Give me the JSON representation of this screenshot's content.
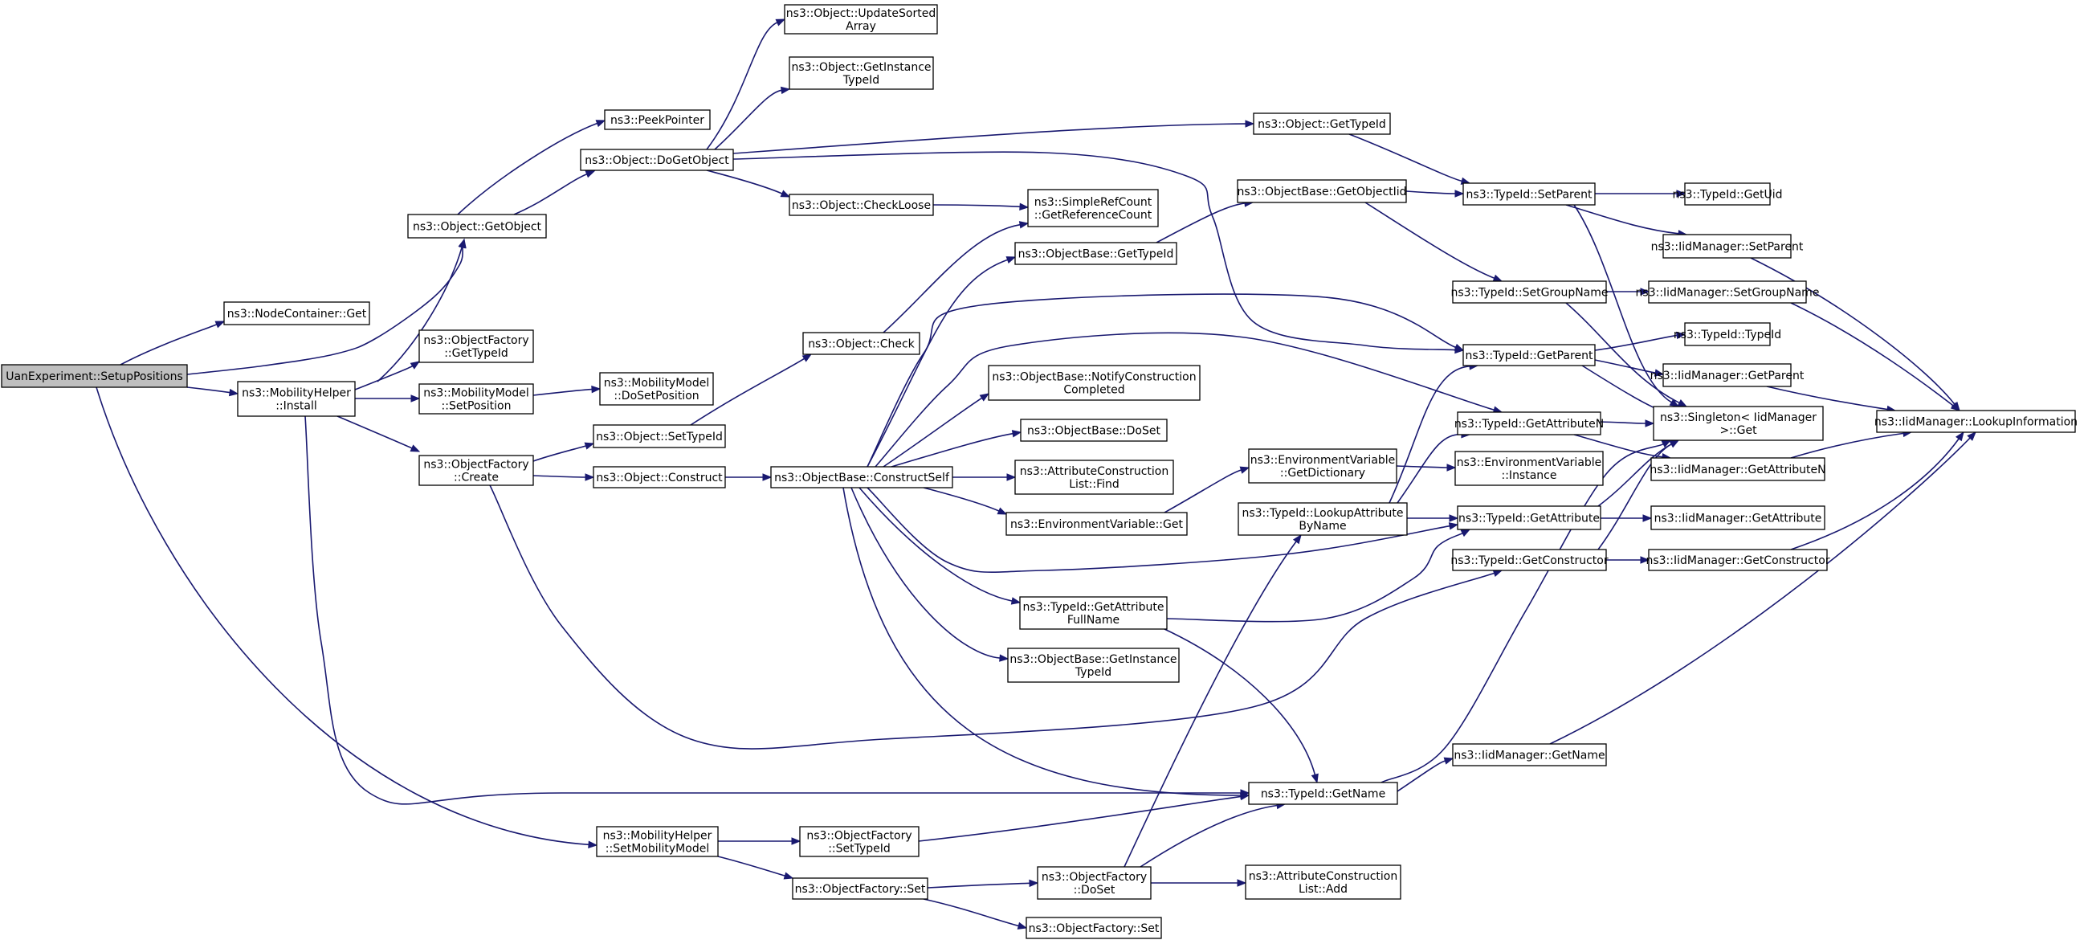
{
  "graph": {
    "colors": {
      "edge": "#191970",
      "node_fill": "#ffffff",
      "root_fill": "#bfbfbf",
      "border": "#000000"
    },
    "nodes": [
      {
        "id": "setup",
        "lines": [
          "UanExperiment::SetupPositions"
        ],
        "root": true
      },
      {
        "id": "nc_get",
        "lines": [
          "ns3::NodeContainer::Get"
        ]
      },
      {
        "id": "obj_getobject",
        "lines": [
          "ns3::Object::GetObject"
        ]
      },
      {
        "id": "mh_install",
        "lines": [
          "ns3::MobilityHelper",
          "::Install"
        ]
      },
      {
        "id": "mh_setmm",
        "lines": [
          "ns3::MobilityHelper",
          "::SetMobilityModel"
        ]
      },
      {
        "id": "peekpointer",
        "lines": [
          "ns3::PeekPointer"
        ]
      },
      {
        "id": "dogetobject",
        "lines": [
          "ns3::Object::DoGetObject"
        ]
      },
      {
        "id": "updatesorted",
        "lines": [
          "ns3::Object::UpdateSorted",
          "Array"
        ]
      },
      {
        "id": "getinstancetypeid",
        "lines": [
          "ns3::Object::GetInstance",
          "TypeId"
        ]
      },
      {
        "id": "checkloose",
        "lines": [
          "ns3::Object::CheckLoose"
        ]
      },
      {
        "id": "obj_gettypeid",
        "lines": [
          "ns3::Object::GetTypeId"
        ]
      },
      {
        "id": "srefcount",
        "lines": [
          "ns3::SimpleRefCount",
          "::GetReferenceCount"
        ]
      },
      {
        "id": "of_gettypeid",
        "lines": [
          "ns3::ObjectFactory",
          "::GetTypeId"
        ]
      },
      {
        "id": "mm_setpos",
        "lines": [
          "ns3::MobilityModel",
          "::SetPosition"
        ]
      },
      {
        "id": "mm_dosetpos",
        "lines": [
          "ns3::MobilityModel",
          "::DoSetPosition"
        ]
      },
      {
        "id": "of_create",
        "lines": [
          "ns3::ObjectFactory",
          "::Create"
        ]
      },
      {
        "id": "obj_settypeid",
        "lines": [
          "ns3::Object::SetTypeId"
        ]
      },
      {
        "id": "obj_construct",
        "lines": [
          "ns3::Object::Construct"
        ]
      },
      {
        "id": "obj_check",
        "lines": [
          "ns3::Object::Check"
        ]
      },
      {
        "id": "ob_constructself",
        "lines": [
          "ns3::ObjectBase::ConstructSelf"
        ]
      },
      {
        "id": "ob_gettypeid",
        "lines": [
          "ns3::ObjectBase::GetTypeId"
        ]
      },
      {
        "id": "ob_notify",
        "lines": [
          "ns3::ObjectBase::NotifyConstruction",
          "Completed"
        ]
      },
      {
        "id": "ob_doset",
        "lines": [
          "ns3::ObjectBase::DoSet"
        ]
      },
      {
        "id": "acl_find",
        "lines": [
          "ns3::AttributeConstruction",
          "List::Find"
        ]
      },
      {
        "id": "ev_get",
        "lines": [
          "ns3::EnvironmentVariable::Get"
        ]
      },
      {
        "id": "tid_getattrfullname",
        "lines": [
          "ns3::TypeId::GetAttribute",
          "FullName"
        ]
      },
      {
        "id": "ob_getinstancetypeid",
        "lines": [
          "ns3::ObjectBase::GetInstance",
          "TypeId"
        ]
      },
      {
        "id": "ob_getobjectiid",
        "lines": [
          "ns3::ObjectBase::GetObjectIid"
        ]
      },
      {
        "id": "ev_getdict",
        "lines": [
          "ns3::EnvironmentVariable",
          "::GetDictionary"
        ]
      },
      {
        "id": "tid_lookupattr",
        "lines": [
          "ns3::TypeId::LookupAttribute",
          "ByName"
        ]
      },
      {
        "id": "tid_getname",
        "lines": [
          "ns3::TypeId::GetName"
        ]
      },
      {
        "id": "mh_setmm_of_settypeid",
        "lines": [
          "ns3::ObjectFactory",
          "::SetTypeId"
        ]
      },
      {
        "id": "of_set",
        "lines": [
          "ns3::ObjectFactory::Set"
        ]
      },
      {
        "id": "of_doset",
        "lines": [
          "ns3::ObjectFactory",
          "::DoSet"
        ]
      },
      {
        "id": "of_set2",
        "lines": [
          "ns3::ObjectFactory::Set"
        ]
      },
      {
        "id": "acl_add",
        "lines": [
          "ns3::AttributeConstruction",
          "List::Add"
        ]
      },
      {
        "id": "tid_setparent",
        "lines": [
          "ns3::TypeId::SetParent"
        ]
      },
      {
        "id": "tid_setgroupname",
        "lines": [
          "ns3::TypeId::SetGroupName"
        ]
      },
      {
        "id": "tid_getparent",
        "lines": [
          "ns3::TypeId::GetParent"
        ]
      },
      {
        "id": "tid_getattributen",
        "lines": [
          "ns3::TypeId::GetAttributeN"
        ]
      },
      {
        "id": "ev_instance",
        "lines": [
          "ns3::EnvironmentVariable",
          "::Instance"
        ]
      },
      {
        "id": "tid_getattribute",
        "lines": [
          "ns3::TypeId::GetAttribute"
        ]
      },
      {
        "id": "tid_getconstructor",
        "lines": [
          "ns3::TypeId::GetConstructor"
        ]
      },
      {
        "id": "iid_getname",
        "lines": [
          "ns3::IidManager::GetName"
        ]
      },
      {
        "id": "tid_getuid",
        "lines": [
          "ns3::TypeId::GetUid"
        ]
      },
      {
        "id": "iid_setparent",
        "lines": [
          "ns3::IidManager::SetParent"
        ]
      },
      {
        "id": "iid_setgroupname",
        "lines": [
          "ns3::IidManager::SetGroupName"
        ]
      },
      {
        "id": "tid_typeid",
        "lines": [
          "ns3::TypeId::TypeId"
        ]
      },
      {
        "id": "iid_getparent",
        "lines": [
          "ns3::IidManager::GetParent"
        ]
      },
      {
        "id": "singleton_get",
        "lines": [
          "ns3::Singleton< IidManager",
          " >::Get"
        ]
      },
      {
        "id": "iid_getattributen",
        "lines": [
          "ns3::IidManager::GetAttributeN"
        ]
      },
      {
        "id": "iid_getattribute",
        "lines": [
          "ns3::IidManager::GetAttribute"
        ]
      },
      {
        "id": "iid_getconstructor",
        "lines": [
          "ns3::IidManager::GetConstructor"
        ]
      },
      {
        "id": "iid_lookupinfo",
        "lines": [
          "ns3::IidManager::LookupInformation"
        ]
      }
    ]
  }
}
